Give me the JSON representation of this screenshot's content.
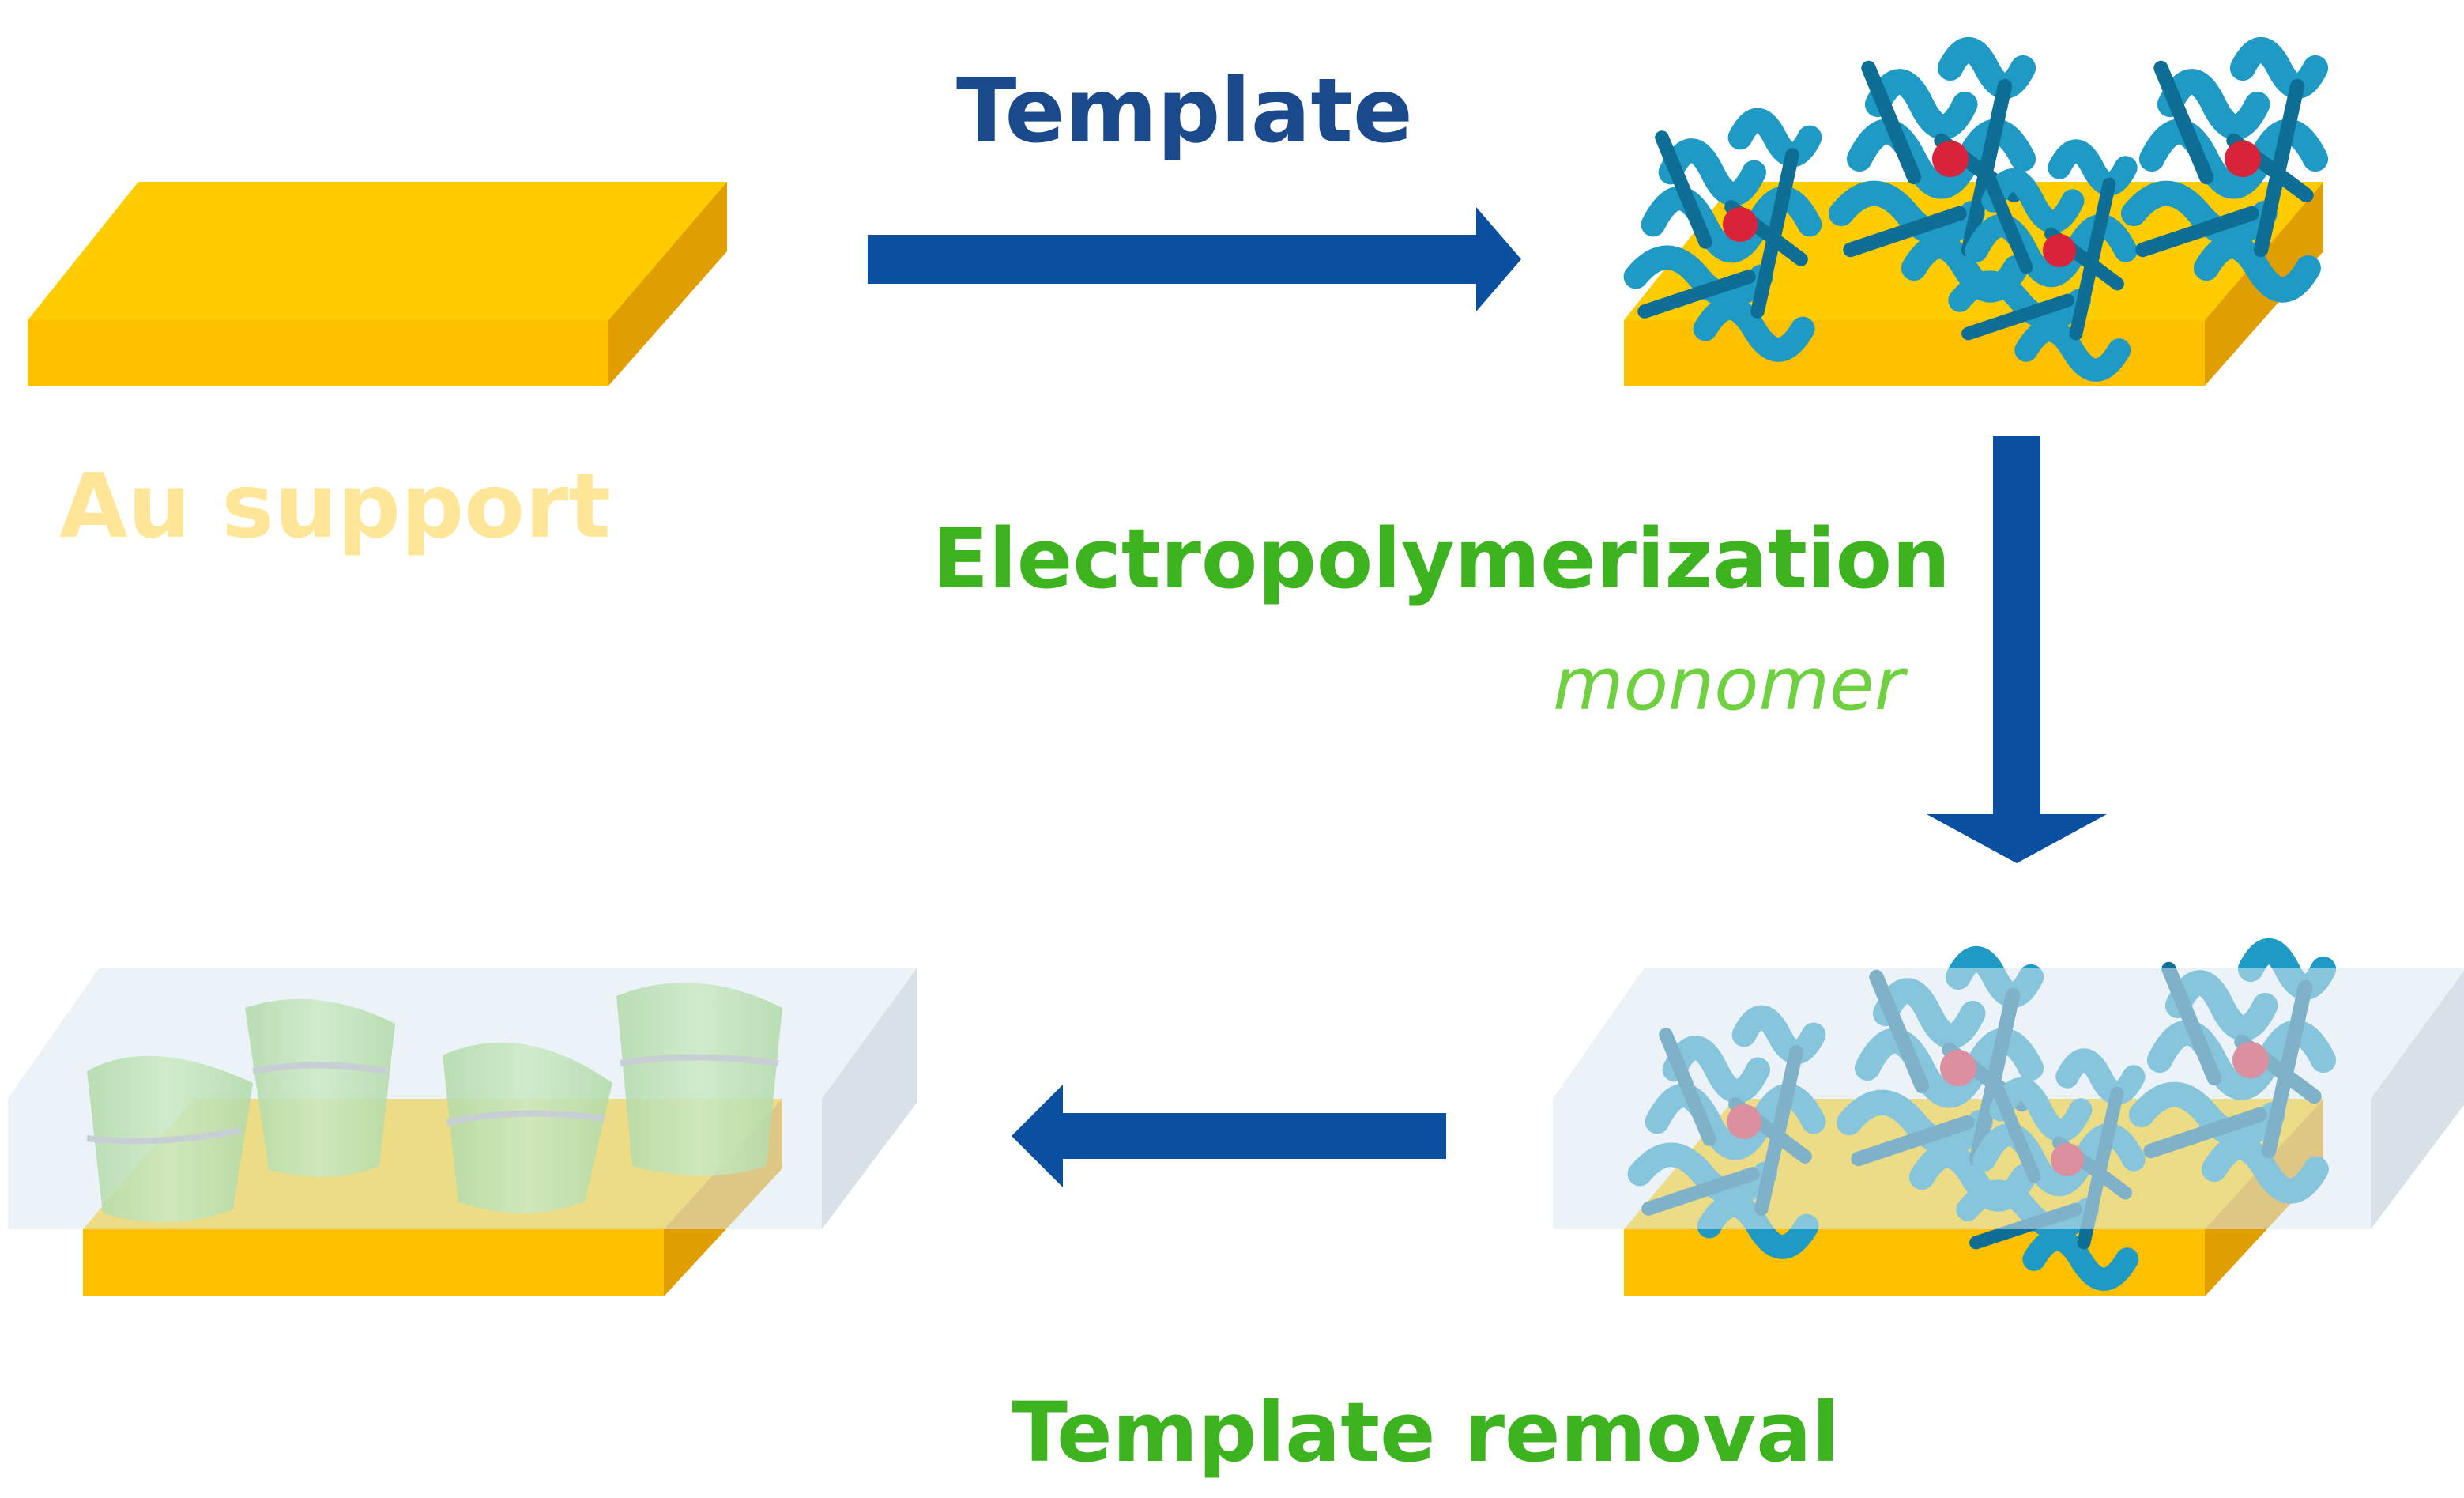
{
  "labels": {
    "template": "Template",
    "au_support": "Au support",
    "electropolymerization": "Electropolymerization",
    "monomer": "monomer",
    "template_removal": "Template removal"
  },
  "colors": {
    "gold_top": "#FFCC00",
    "gold_front": "#FFC000",
    "gold_side": "#E09E00",
    "au_label": "#FFE699",
    "arrow_blue": "#0B4FA0",
    "template_label": "#1A4A8C",
    "green_label": "#3DB320",
    "monomer_label": "#6FD040",
    "polymer_film": "#DCE9F2",
    "protein_blue": "#1F9AC4",
    "cavity_green": "#A8E07C"
  },
  "icons": {
    "protein": "protein-ribbon-icon",
    "cavity": "imprinted-cavity-icon"
  }
}
